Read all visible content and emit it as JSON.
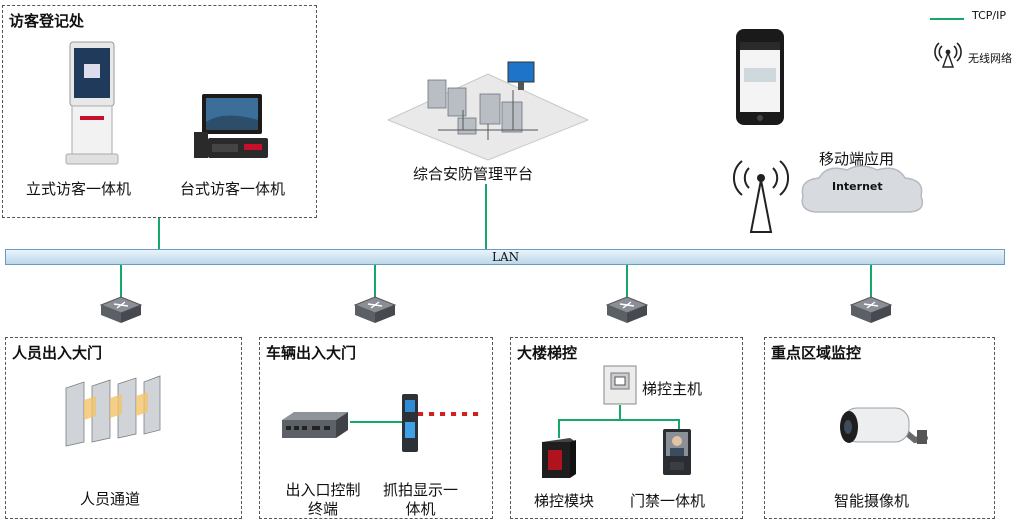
{
  "legend": {
    "tcpip_label": "TCP/IP",
    "wireless_label": "无线网络"
  },
  "top": {
    "visitor_zone_title": "访客登记处",
    "standing_kiosk_label": "立式访客一体机",
    "desktop_kiosk_label": "台式访客一体机",
    "platform_label": "综合安防管理平台",
    "mobile_app_label": "移动端应用",
    "internet_label": "Internet"
  },
  "network": {
    "lan_label": "LAN"
  },
  "zones": {
    "pedestrian": {
      "title": "人员出入大门",
      "device_label": "人员通道"
    },
    "vehicle": {
      "title": "车辆出入大门",
      "controller_label": "出入口控制终端",
      "capture_label": "抓拍显示一体机"
    },
    "elevator": {
      "title": "大楼梯控",
      "host_label": "梯控主机",
      "module_label": "梯控模块",
      "access_label": "门禁一体机"
    },
    "surveillance": {
      "title": "重点区域监控",
      "camera_label": "智能摄像机"
    }
  },
  "colors": {
    "tcpip_line": "#15a86a",
    "lan_bar": "#bcd7ea"
  }
}
